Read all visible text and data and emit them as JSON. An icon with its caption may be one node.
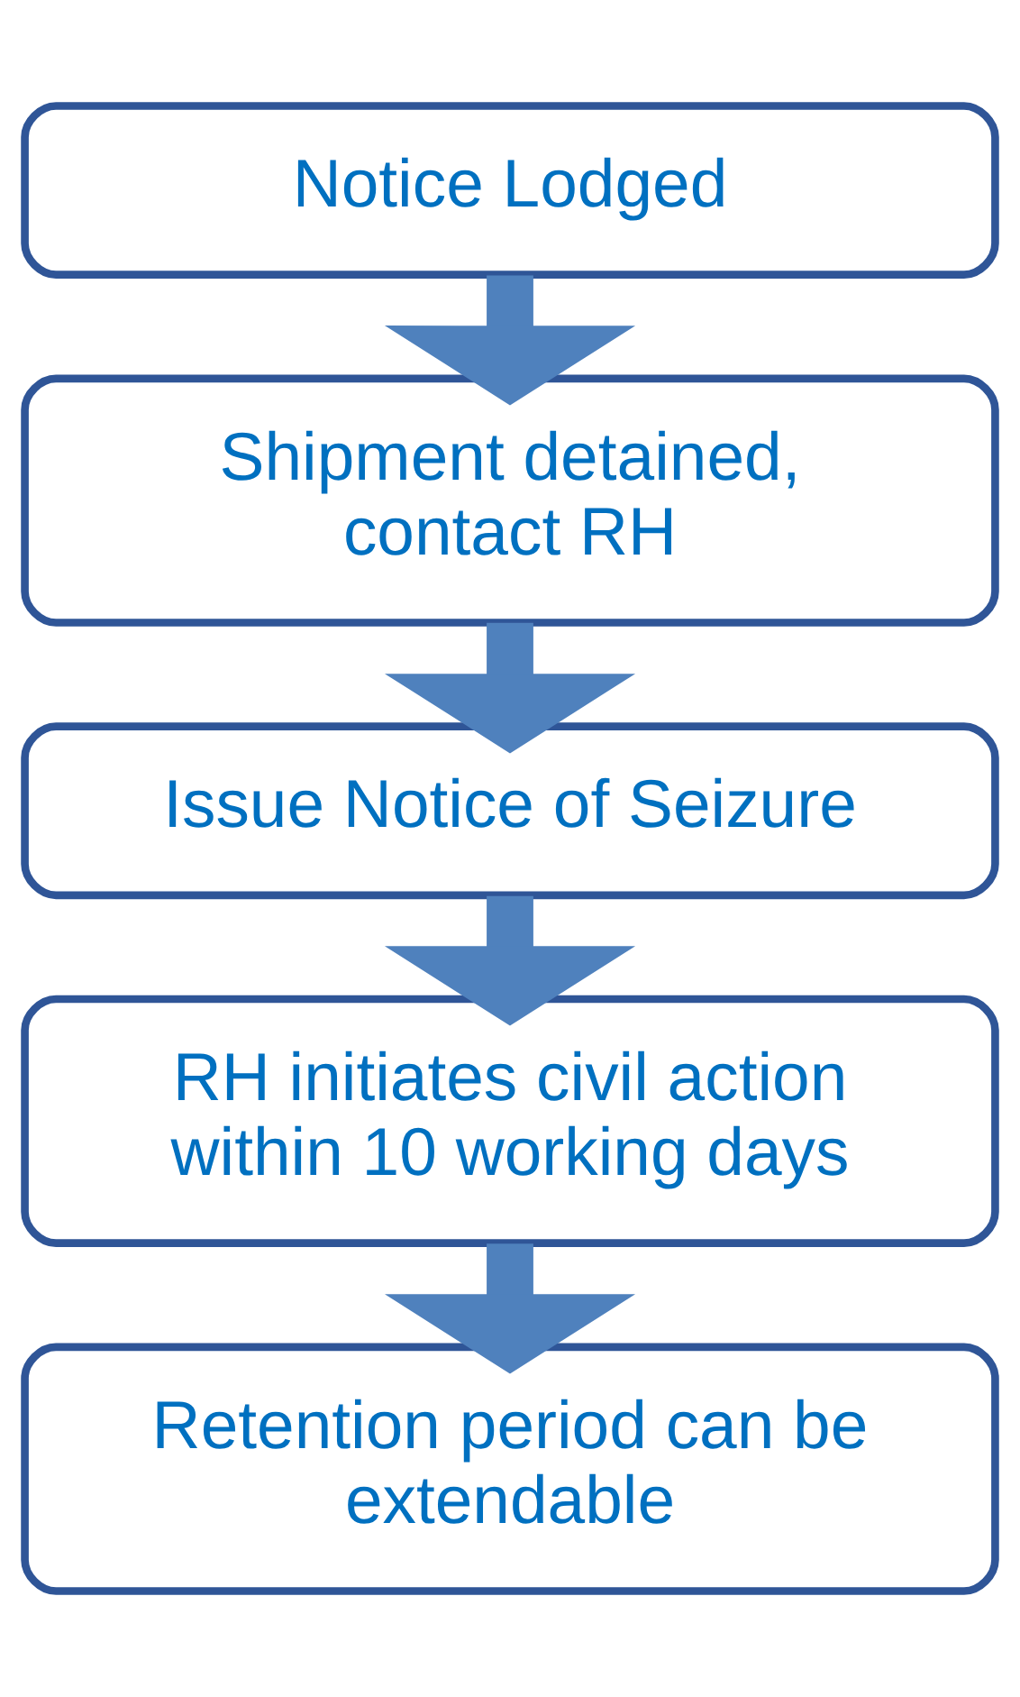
{
  "diagram": {
    "nodes": [
      {
        "text": [
          "Notice Lodged"
        ]
      },
      {
        "text": [
          "Shipment detained, contact RH"
        ]
      },
      {
        "text": [
          "Issue Notice of Seizure"
        ]
      },
      {
        "text": [
          "RH initiates civil action within 10 working days"
        ]
      },
      {
        "text": [
          "Retention period can be extendable"
        ]
      }
    ],
    "edges": [
      {
        "from": 0,
        "to": 1,
        "arrow": "to"
      },
      {
        "from": 1,
        "to": 2,
        "arrow": "to"
      },
      {
        "from": 2,
        "to": 3,
        "arrow": "to"
      },
      {
        "from": 3,
        "to": 4,
        "arrow": "to"
      }
    ]
  }
}
